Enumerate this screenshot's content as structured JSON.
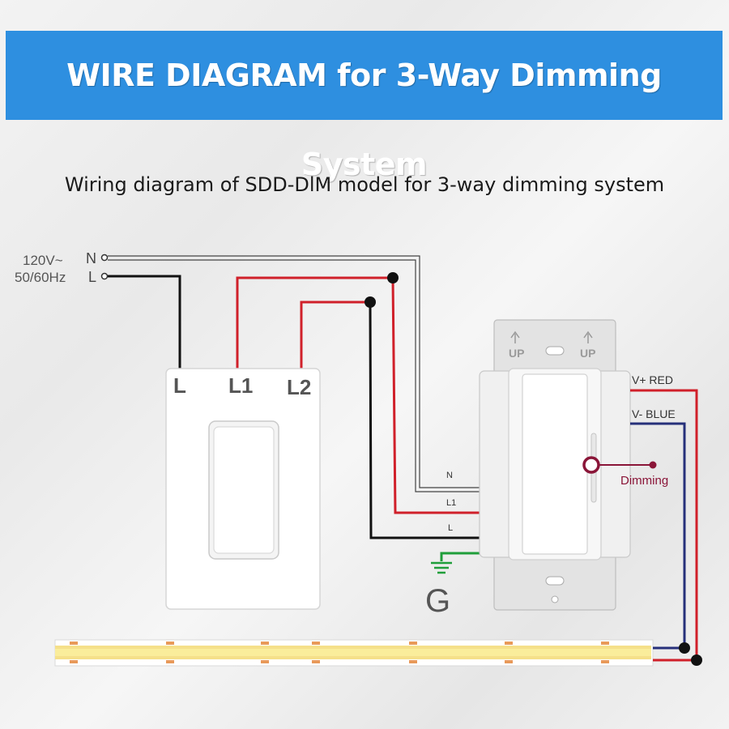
{
  "banner": {
    "title": "WIRE DIAGRAM for 3-Way Dimming System"
  },
  "subtitle": "Wiring diagram of SDD-DlM model for 3-way dimming system",
  "supply": {
    "voltage": "120V~",
    "frequency": "50/60Hz",
    "neutral": "N",
    "line": "L"
  },
  "switch": {
    "terminals": [
      "L",
      "L1",
      "L2"
    ]
  },
  "dimmer": {
    "up_labels": [
      "UP",
      "UP"
    ],
    "terminals": [
      "N",
      "L1",
      "L"
    ],
    "output_positive": "V+ RED",
    "output_negative": "V- BLUE",
    "dimming": "Dimming"
  },
  "ground": "G",
  "colors": {
    "banner": "#2e8fe0",
    "wire_red": "#d0202a",
    "wire_black": "#111111",
    "wire_blue": "#26307a",
    "wire_green": "#1f9e3a",
    "dimming_accent": "#8a1538"
  }
}
